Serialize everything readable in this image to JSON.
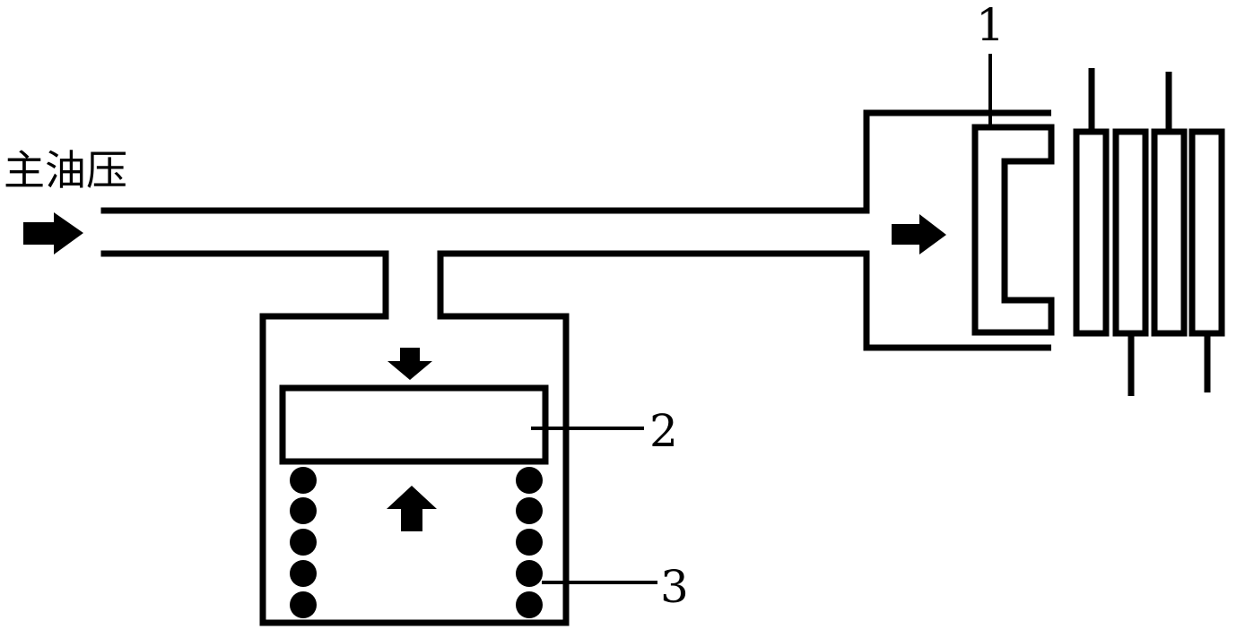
{
  "source_label": "主油压",
  "callouts": {
    "one": "1",
    "two": "2",
    "three": "3"
  },
  "colors": {
    "stroke": "#000000",
    "background": "#ffffff"
  }
}
